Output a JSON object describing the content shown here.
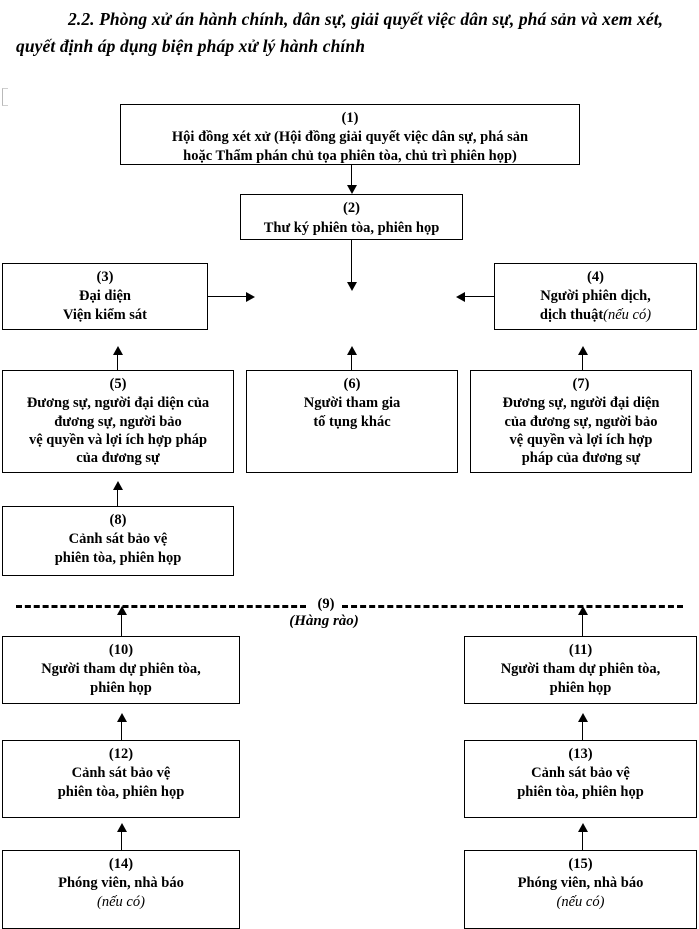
{
  "heading": {
    "text": "2.2. Phòng xử án hành chính, dân sự, giải quyết việc dân sự, phá sản và xem xét, quyết định áp dụng biện pháp xử lý hành chính"
  },
  "diagram": {
    "type": "organizational-flow-diagram",
    "boxes": [
      {
        "id": 1,
        "num": "(1)",
        "text": "Hội đồng xét xử (Hội đồng giải quyết việc dân sự, phá sản\nhoặc Thẩm phán chủ tọa phiên tòa, chủ trì phiên họp)"
      },
      {
        "id": 2,
        "num": "(2)",
        "text": "Thư ký phiên tòa, phiên họp"
      },
      {
        "id": 3,
        "num": "(3)",
        "text": "Đại diện\nViện kiểm sát"
      },
      {
        "id": 4,
        "num": "(4)",
        "text": "Người phiên dịch,\ndịch thuật",
        "note": "(nếu có)"
      },
      {
        "id": 5,
        "num": "(5)",
        "text": "Đương sự, người đại diện của\nđương sự, người bảo\nvệ quyền và lợi ích hợp pháp\ncủa đương sự"
      },
      {
        "id": 6,
        "num": "(6)",
        "text": "Người tham gia\ntố tụng khác"
      },
      {
        "id": 7,
        "num": "(7)",
        "text": "Đương sự, người đại diện\ncủa đương sự, người bảo\nvệ quyền và lợi ích hợp\npháp của đương sự"
      },
      {
        "id": 8,
        "num": "(8)",
        "text": "Cảnh sát bảo vệ\nphiên tòa, phiên họp"
      },
      {
        "id": 10,
        "num": "(10)",
        "text": "Người tham dự phiên tòa,\nphiên họp"
      },
      {
        "id": 11,
        "num": "(11)",
        "text": "Người tham dự phiên tòa,\nphiên họp"
      },
      {
        "id": 12,
        "num": "(12)",
        "text": "Cảnh sát bảo vệ\nphiên tòa, phiên họp"
      },
      {
        "id": 13,
        "num": "(13)",
        "text": "Cảnh sát bảo vệ\nphiên tòa, phiên họp"
      },
      {
        "id": 14,
        "num": "(14)",
        "text": "Phóng viên, nhà báo",
        "note": "(nếu có)"
      },
      {
        "id": 15,
        "num": "(15)",
        "text": "Phóng viên, nhà báo",
        "note": "(nếu có)"
      }
    ],
    "fence": {
      "num": "(9)",
      "label": "(Hàng rào)"
    },
    "colors": {
      "line": "#000000",
      "box_border": "#000000",
      "background": "#ffffff",
      "text": "#000000"
    }
  }
}
